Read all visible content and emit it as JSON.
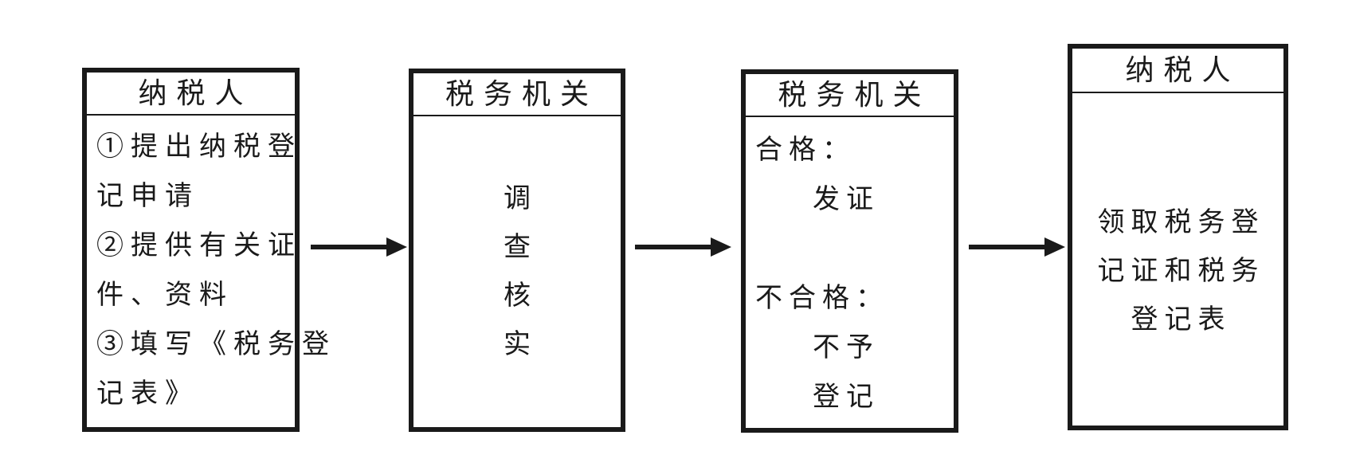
{
  "diagram": {
    "type": "flowchart",
    "colors": {
      "ink": "#1a1a1a",
      "background": "#ffffff"
    },
    "boxes": [
      {
        "id": "taxpayer-application",
        "header": "纳税人",
        "lines": [
          "①提出纳税登",
          "记申请",
          "②提供有关证",
          "件、资料",
          "③填写《税务登",
          "记表》"
        ]
      },
      {
        "id": "tax-authority-review",
        "header": "税务机关",
        "lines": [
          "调",
          "查",
          "核",
          "实"
        ]
      },
      {
        "id": "tax-authority-decision",
        "header": "税务机关",
        "lines": [
          "合格：",
          "发证",
          "",
          "不合格：",
          "不予",
          "登记"
        ]
      },
      {
        "id": "taxpayer-receive",
        "header": "纳税人",
        "lines": [
          "领取税务登",
          "记证和税务",
          "登记表"
        ]
      }
    ],
    "arrows": [
      {
        "from": "taxpayer-application",
        "to": "tax-authority-review",
        "direction": "right"
      },
      {
        "from": "tax-authority-review",
        "to": "tax-authority-decision",
        "direction": "right"
      },
      {
        "from": "tax-authority-decision",
        "to": "taxpayer-receive",
        "direction": "right"
      }
    ]
  }
}
